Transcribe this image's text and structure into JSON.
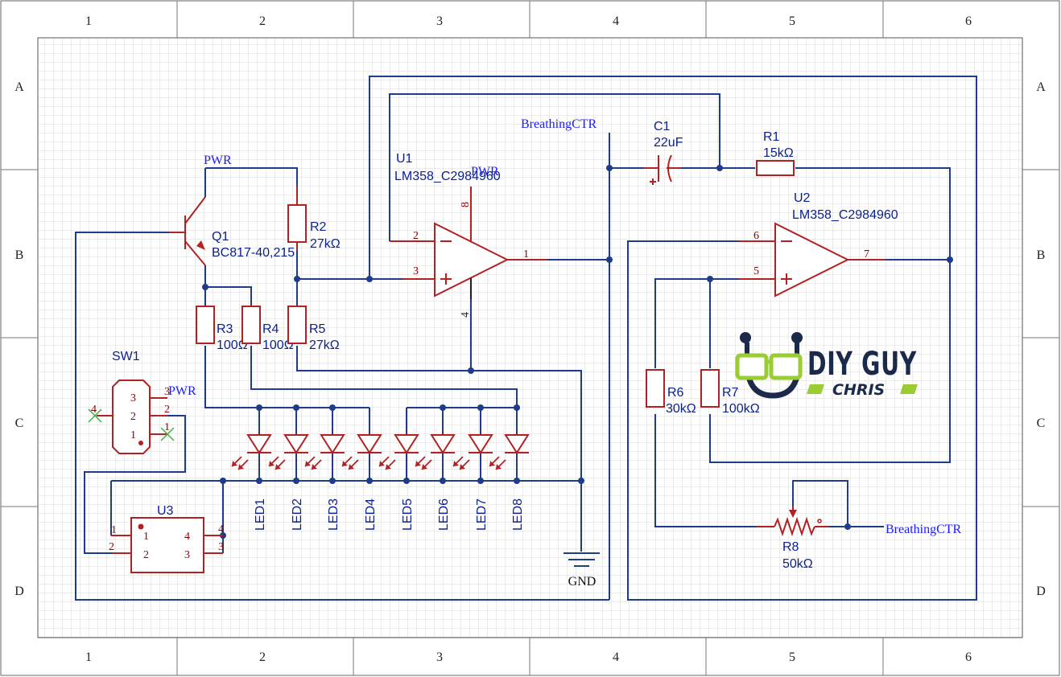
{
  "zones": {
    "columns": [
      "1",
      "2",
      "3",
      "4",
      "5",
      "6"
    ],
    "rows": [
      "A",
      "B",
      "C",
      "D"
    ]
  },
  "components": {
    "q1": {
      "ref": "Q1",
      "value": "BC817-40,215"
    },
    "r2": {
      "ref": "R2",
      "value": "27kΩ"
    },
    "r3": {
      "ref": "R3",
      "value": "100Ω"
    },
    "r4": {
      "ref": "R4",
      "value": "100Ω"
    },
    "r5": {
      "ref": "R5",
      "value": "27kΩ"
    },
    "u1": {
      "ref": "U1",
      "value": "LM358_C2984960"
    },
    "u2": {
      "ref": "U2",
      "value": "LM358_C2984960"
    },
    "c1": {
      "ref": "C1",
      "value": "22uF"
    },
    "r1": {
      "ref": "R1",
      "value": "15kΩ"
    },
    "r6": {
      "ref": "R6",
      "value": "30kΩ"
    },
    "r7": {
      "ref": "R7",
      "value": "100kΩ"
    },
    "r8": {
      "ref": "R8",
      "value": "50kΩ"
    },
    "sw1": {
      "ref": "SW1"
    },
    "u3": {
      "ref": "U3"
    },
    "leds": [
      "LED1",
      "LED2",
      "LED3",
      "LED4",
      "LED5",
      "LED6",
      "LED7",
      "LED8"
    ]
  },
  "net_labels": {
    "pwr": "PWR",
    "breathing": "BreathingCTR",
    "gnd": "GND"
  },
  "pins": {
    "u1": {
      "inv": "2",
      "noninv": "3",
      "out": "1",
      "vcc": "8",
      "gnd": "4"
    },
    "u2": {
      "inv": "6",
      "noninv": "5",
      "out": "7"
    },
    "sw1_left": [
      "3",
      "2",
      "1"
    ],
    "sw1_right": [
      "3",
      "2",
      "1"
    ],
    "sw1_side": "4",
    "u3_left": [
      "1",
      "2"
    ],
    "u3_right": [
      "4",
      "3"
    ]
  },
  "logo": {
    "line1": "DIY GUY",
    "line2": "CHRIS"
  },
  "colors": {
    "wire": "#1f3c88",
    "part": "#b22222",
    "net_label": "#1a1aff",
    "text": "#0a1f8f",
    "logo_green": "#9acd32",
    "logo_navy": "#1b2a4a"
  }
}
